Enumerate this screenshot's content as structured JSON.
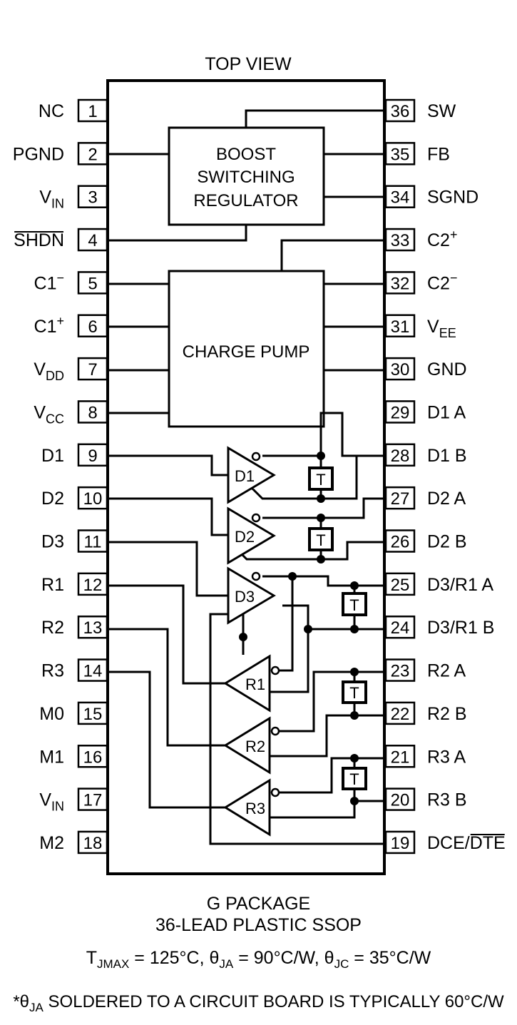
{
  "header": {
    "view": "TOP VIEW"
  },
  "left_pins": [
    {
      "num": "1",
      "name": "NC"
    },
    {
      "num": "2",
      "name": "PGND"
    },
    {
      "num": "3",
      "name": "V",
      "sub": "IN"
    },
    {
      "num": "4",
      "name": "SHDN",
      "overbar": true
    },
    {
      "num": "5",
      "name": "C1",
      "sup": "−"
    },
    {
      "num": "6",
      "name": "C1",
      "sup": "+"
    },
    {
      "num": "7",
      "name": "V",
      "sub": "DD"
    },
    {
      "num": "8",
      "name": "V",
      "sub": "CC"
    },
    {
      "num": "9",
      "name": "D1"
    },
    {
      "num": "10",
      "name": "D2"
    },
    {
      "num": "11",
      "name": "D3"
    },
    {
      "num": "12",
      "name": "R1"
    },
    {
      "num": "13",
      "name": "R2"
    },
    {
      "num": "14",
      "name": "R3"
    },
    {
      "num": "15",
      "name": "M0"
    },
    {
      "num": "16",
      "name": "M1"
    },
    {
      "num": "17",
      "name": "V",
      "sub": "IN"
    },
    {
      "num": "18",
      "name": "M2"
    }
  ],
  "right_pins": [
    {
      "num": "36",
      "name": "SW"
    },
    {
      "num": "35",
      "name": "FB"
    },
    {
      "num": "34",
      "name": "SGND"
    },
    {
      "num": "33",
      "name": "C2",
      "sup": "+"
    },
    {
      "num": "32",
      "name": "C2",
      "sup": "−"
    },
    {
      "num": "31",
      "name": "V",
      "sub": "EE"
    },
    {
      "num": "30",
      "name": "GND"
    },
    {
      "num": "29",
      "name": "D1 A"
    },
    {
      "num": "28",
      "name": "D1 B"
    },
    {
      "num": "27",
      "name": "D2 A"
    },
    {
      "num": "26",
      "name": "D2 B"
    },
    {
      "num": "25",
      "name": "D3/R1 A"
    },
    {
      "num": "24",
      "name": "D3/R1 B"
    },
    {
      "num": "23",
      "name": "R2 A"
    },
    {
      "num": "22",
      "name": "R2 B"
    },
    {
      "num": "21",
      "name": "R3 A"
    },
    {
      "num": "20",
      "name": "R3 B"
    },
    {
      "num": "19",
      "name": "DCE/",
      "overbar_suffix": "DTE"
    }
  ],
  "blocks": {
    "boost": [
      "BOOST",
      "SWITCHING",
      "REGULATOR"
    ],
    "charge_pump": "CHARGE PUMP"
  },
  "drivers": [
    "D1",
    "D2",
    "D3"
  ],
  "receivers": [
    "R1",
    "R2",
    "R3"
  ],
  "termination_label": "T",
  "caption": {
    "package": "G PACKAGE",
    "lead": "36-LEAD PLASTIC SSOP",
    "thermal": {
      "t_sym": "T",
      "t_sub": "JMAX",
      "t_val": " = 125°C, ",
      "ja_sym": "θ",
      "ja_sub": "JA",
      "ja_val": " = 90°C/W, ",
      "jc_sym": "θ",
      "jc_sub": "JC",
      "jc_val": " = 35°C/W"
    },
    "note": {
      "pre": "*",
      "sym": "θ",
      "sub": "JA",
      "text": " SOLDERED TO A CIRCUIT BOARD IS TYPICALLY 60°C/W"
    }
  }
}
